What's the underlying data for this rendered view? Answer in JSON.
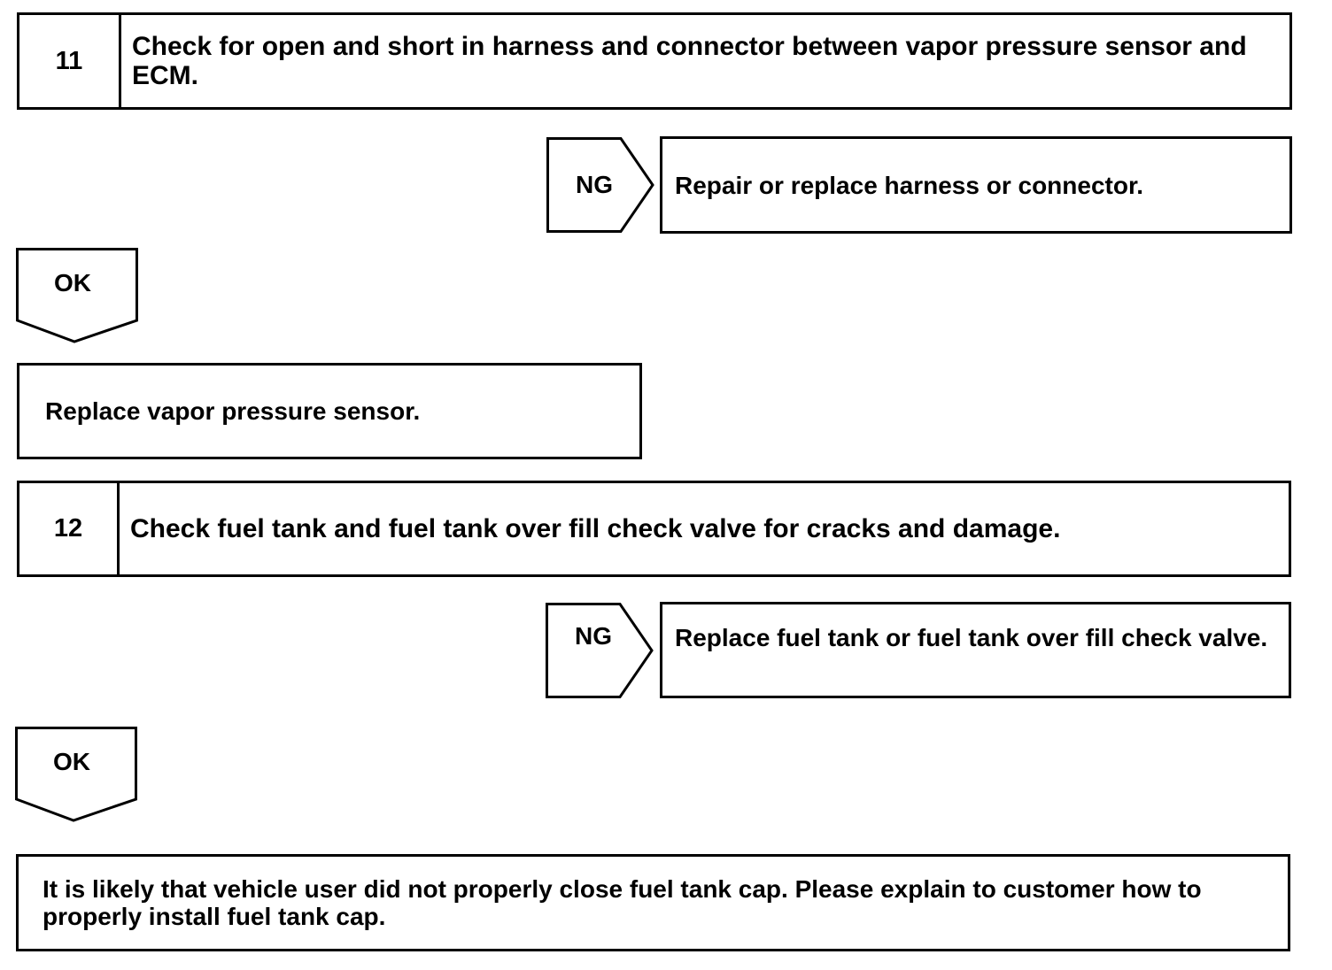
{
  "steps": [
    {
      "number": "11",
      "text": "Check for open and short in harness and connector between vapor pressure sensor and ECM.",
      "ng_label": "NG",
      "ng_action": "Repair or replace harness or connector.",
      "ok_label": "OK",
      "ok_action": "Replace vapor pressure sensor."
    },
    {
      "number": "12",
      "text": "Check fuel tank and fuel tank over fill check valve for cracks and damage.",
      "ng_label": "NG",
      "ng_action": "Replace fuel tank or fuel tank over fill check valve.",
      "ok_label": "OK",
      "ok_action": "It is likely that vehicle user did not properly close fuel tank cap. Please explain to customer how to properly install fuel tank cap."
    }
  ]
}
